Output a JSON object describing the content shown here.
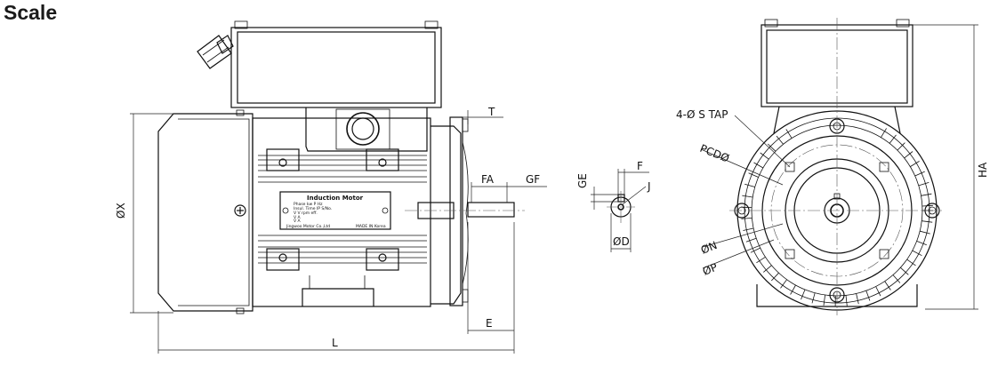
{
  "title": "Scale",
  "dimension_labels": {
    "T": "T",
    "FA": "FA",
    "GF": "GF",
    "X": "ØX",
    "L": "L",
    "E": "E",
    "GE": "GE",
    "F": "F",
    "J": "J",
    "D": "ØD",
    "S_TAP": "4-Ø S TAP",
    "PCD": "PCDØ",
    "N": "ØN",
    "P": "ØP",
    "HA": "HA"
  },
  "nameplate": {
    "title": "Induction  Motor",
    "row1": "Phase   kw   P   Hz",
    "row2": "Insul.  Time  IP   S/No.",
    "row3": "V   V   rpm   eff.",
    "row4": "V   A",
    "row5": "V   A",
    "maker": "Jingwoo Motor Co.,Ltd",
    "origin": "MADE IN Korea"
  }
}
